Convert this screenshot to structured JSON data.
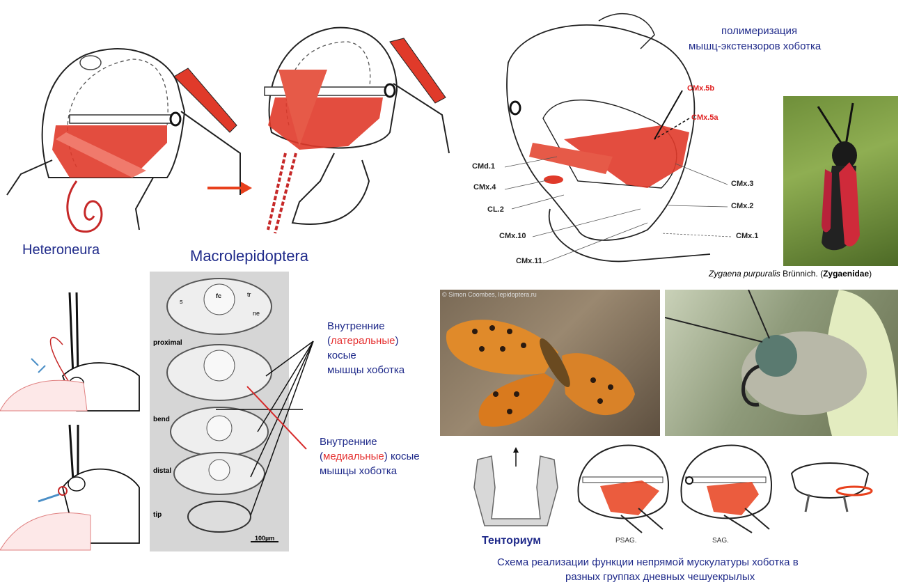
{
  "labels": {
    "heteroneura": "Heteroneura",
    "macrolepidoptera": "Macrolepidoptera",
    "polymerization": "полимеризация",
    "extensor_muscles": "мышц-экстензоров хоботка",
    "tentorium": "Тенториум",
    "scheme_line1": "Схема реализации функции непрямой мускулатуры хоботка в",
    "scheme_line2": "разных группах дневных чешуекрылых",
    "psag": "PSAG.",
    "sag": "SAG."
  },
  "muscle_labels": {
    "cmx5b": "CMx.5b",
    "cmx5a": "CMx.5a",
    "cmd1": "CMd.1",
    "cmx4": "CMx.4",
    "cl2": "CL.2",
    "cmx10": "CMx.10",
    "cmx11": "CMx.11",
    "cmx3": "CMx.3",
    "cmx2": "CMx.2",
    "cmx1": "CMx.1"
  },
  "caption_zygaena": {
    "species": "Zygaena purpuralis",
    "author": " Brünnich. (",
    "family": "Zygaenidae",
    "close": ")"
  },
  "watermark": "© Simon Coombes, lepidoptera.ru",
  "section": {
    "letters": {
      "s": "s",
      "fc": "fc",
      "tr": "tr",
      "ne": "ne"
    },
    "proximal": "proximal",
    "bend": "bend",
    "distal": "distal",
    "tip": "tip",
    "scale": "100µm"
  },
  "lateral": {
    "line1": "Внутренние",
    "open": "(",
    "lateral": "латеральные",
    "close": ")",
    "line3": "косые",
    "line4": "мышцы хоботка"
  },
  "medial": {
    "line1": "Внутренние",
    "open": "(",
    "medial": "медиальные",
    "close": ") косые",
    "line3": "мышцы хоботка"
  },
  "colors": {
    "muscle_red": "#e03a2a",
    "label_navy": "#1f2a8a",
    "label_red": "#e53030",
    "arrow_orange": "#e8401c"
  }
}
